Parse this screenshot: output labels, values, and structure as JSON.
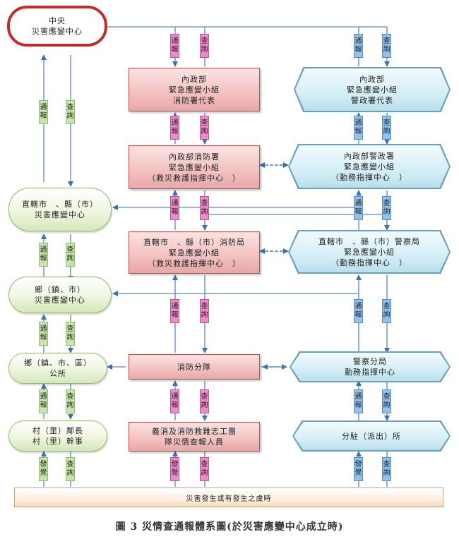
{
  "nodes": {
    "central": [
      "中央",
      "災害應變中心"
    ],
    "moi_fire_team": [
      "內政部",
      "緊急應變小組",
      "消防署代表"
    ],
    "moi_police_team": [
      "內政部",
      "緊急應變小組",
      "警政署代表"
    ],
    "nfa": [
      "內政部消防署",
      "緊急應變小組",
      "（救災救護指揮中心　）"
    ],
    "npa": [
      "內政部警政署",
      "緊急應變小組",
      "（勤務指揮中心　）"
    ],
    "city_center": [
      "直轄市　、縣（市）",
      "災害應變中心"
    ],
    "city_fire": [
      "直轄市　、縣（市）消防局",
      "緊急應變小組",
      "（救災救護指揮中心　）"
    ],
    "city_police": [
      "直轄市　、縣（市）警察局",
      "緊急應變小組",
      "（勤務指揮中心　）"
    ],
    "township_center": [
      "鄉（鎮、市）",
      "災害應變中心"
    ],
    "township_office": [
      "鄉（鎮、市、區）",
      "公所"
    ],
    "fire_branch": [
      "消防分隊"
    ],
    "police_branch": [
      "警察分局",
      "勤務指揮中心"
    ],
    "village": [
      "村（里）鄰長",
      "村（里）幹事"
    ],
    "volunteers": [
      "義消及消防救難志工團",
      "隊災情查報人員"
    ],
    "police_station": [
      "分駐（派出）所"
    ]
  },
  "labels": {
    "report": "通報",
    "query": "查詢",
    "discover": "發覺"
  },
  "bottom_bar": "災害發生或有發生之虞時",
  "caption": "圖 3 災情查通報體系圖(於災害應變中心成立時)",
  "colors": {
    "green_fill": "#d4e8b8",
    "red_fill": "#f3c0c0",
    "blue_fill": "#b9e0ec",
    "report_label_left": "#c6e6a8",
    "label_mid": "#f08acb",
    "label_right": "#8fc2ee",
    "connector": "#4f7fb8",
    "central_border": "#c42a2a"
  }
}
